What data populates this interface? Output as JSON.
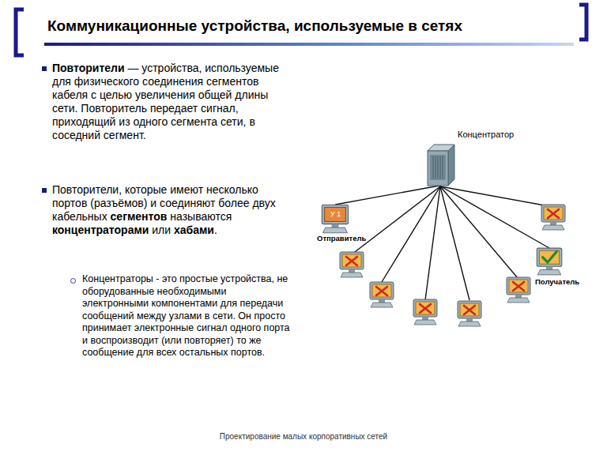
{
  "diagram": {
    "title": "Коммуникационные устройства, используемые в сетях",
    "caption": "Проектирование малых корпоративных сетей",
    "nodes": [
      {
        "text": [
          "Концентратор"
        ]
      },
      {
        "text": [
          "У 1",
          "Отправитель"
        ]
      },
      {
        "text": [
          "Получатель"
        ]
      }
    ],
    "edges": [
      {
        "from": 0,
        "to": 1,
        "arrow": "none"
      },
      {
        "from": 0,
        "to": 2,
        "arrow": "none"
      }
    ],
    "labels": [
      "Повторители",
      "— устройства, используемые для физического соединения сегментов кабеля с целью увеличения общей длины сети. Повторитель передает сигнал, приходящий из одного сегмента сети, в соседний сегмент.",
      "Повторители, которые имеют несколько портов (разъёмов) и соединяют более двух кабельных",
      "сегментов",
      "называются",
      "концентраторами",
      "или",
      "хабами",
      ".",
      "Концентраторы - это простые устройства, не оборудованные необходимыми электронными компонентами для передачи сообщений между узлами в сети. Он просто принимает электронные сигнал одного порта и воспроизводит (или повторяет) то же сообщение для всех остальных портов."
    ]
  }
}
